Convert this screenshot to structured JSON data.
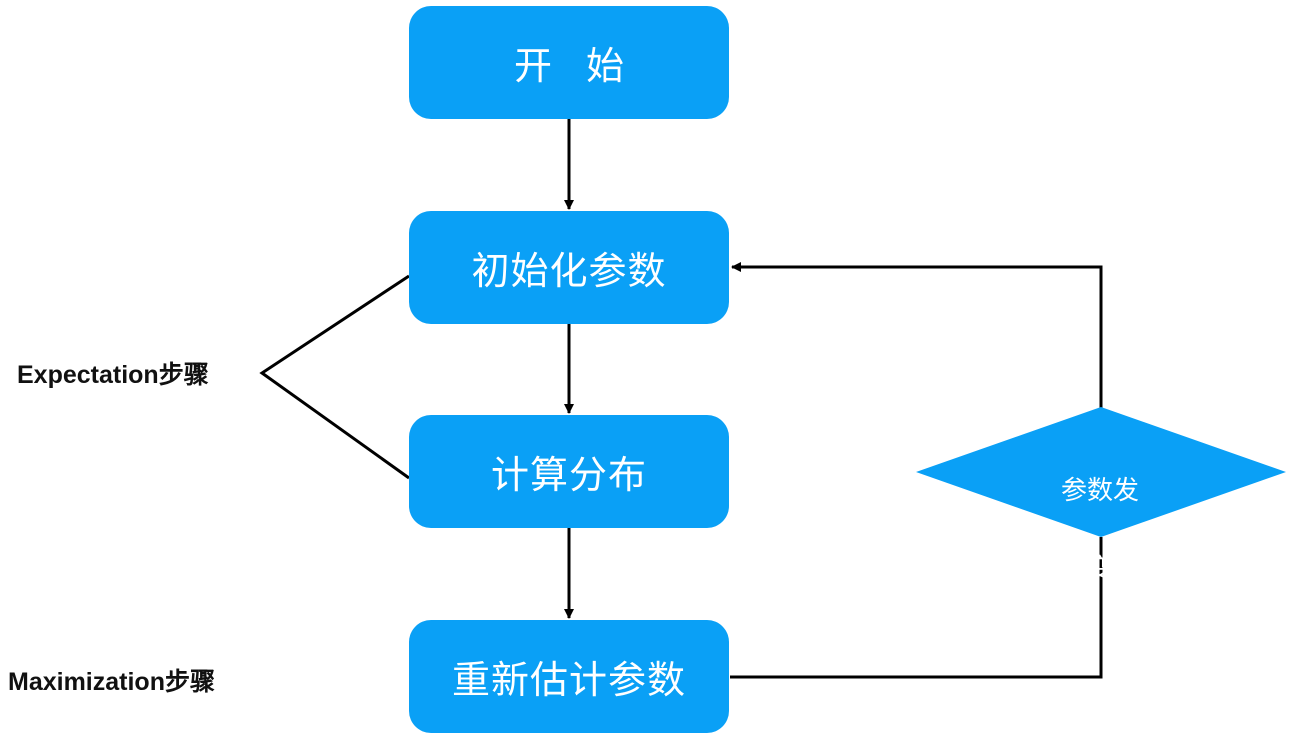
{
  "nodes": {
    "start": "开始",
    "init_params": "初始化参数",
    "compute_distribution": "计算分布",
    "reestimate_params": "重新估计参数"
  },
  "decision": {
    "line1": "参数发",
    "line2": "生变化"
  },
  "side_labels": {
    "expectation": "Expectation步骤",
    "maximization": "Maximization步骤"
  },
  "colors": {
    "node_fill": "#0aa0f6",
    "node_text": "#ffffff",
    "line": "#000000",
    "label_text": "#111111"
  }
}
